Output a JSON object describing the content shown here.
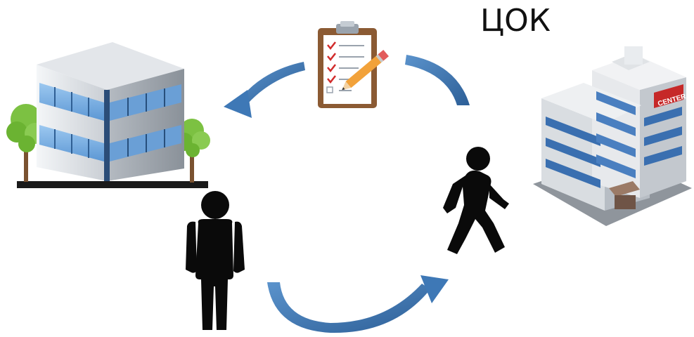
{
  "diagram": {
    "center_label": "ЦОК",
    "nodes": [
      {
        "id": "office-building",
        "icon": "office-building-icon"
      },
      {
        "id": "clipboard-checklist",
        "icon": "clipboard-checklist-icon"
      },
      {
        "id": "business-center",
        "icon": "business-center-icon",
        "sign_text": "CENTER"
      },
      {
        "id": "standing-person",
        "icon": "standing-person-icon"
      },
      {
        "id": "walking-person",
        "icon": "walking-person-icon"
      }
    ],
    "arrows": [
      {
        "id": "arrow-person-to-walker",
        "color": "#3E78B6"
      },
      {
        "id": "arrow-center-to-clipboard",
        "color": "#3E78B6"
      },
      {
        "id": "arrow-clipboard-to-office",
        "color": "#3E78B6"
      }
    ],
    "colors": {
      "arrow": "#3E78B6",
      "arrow_dark": "#2D5F97",
      "glass": "#7FB2E6",
      "tree": "#7CC142",
      "person": "#0A0A0A",
      "clipboard_board": "#8B5A33",
      "pencil": "#F2A23A"
    }
  }
}
